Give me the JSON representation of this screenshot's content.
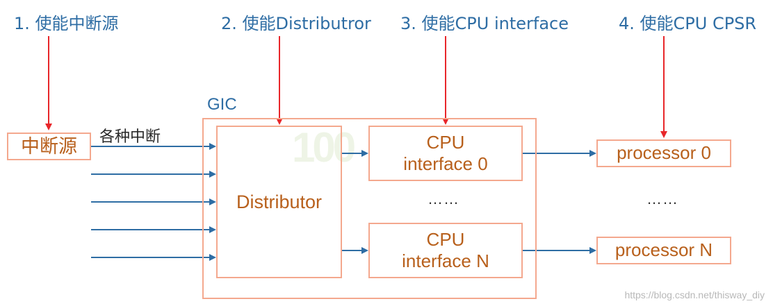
{
  "steps": [
    {
      "label": "1. 使能中断源"
    },
    {
      "label": "2. 使能Distributror"
    },
    {
      "label": "3. 使能CPU interface"
    },
    {
      "label": "4. 使能CPU CPSR"
    }
  ],
  "gic": {
    "label": "GIC"
  },
  "interrupt_source": {
    "label": "中断源"
  },
  "interrupts": {
    "label": "各种中断"
  },
  "distributor": {
    "label": "Distributor"
  },
  "cpu_interface_0": {
    "line1": "CPU",
    "line2": "interface 0"
  },
  "cpu_interface_n": {
    "line1": "CPU",
    "line2": "interface N"
  },
  "processor_0": {
    "label": "processor 0"
  },
  "processor_n": {
    "label": "processor N"
  },
  "ellipsis_cpu": "……",
  "ellipsis_processor": "……",
  "watermark": "100",
  "credit": "https://blog.csdn.net/thisway_diy",
  "colors": {
    "step_text": "#2e6da4",
    "red_arrow": "#e8262a",
    "blue_arrow": "#2e6da4",
    "box_border": "#f4a88e",
    "box_text": "#b8601c"
  }
}
